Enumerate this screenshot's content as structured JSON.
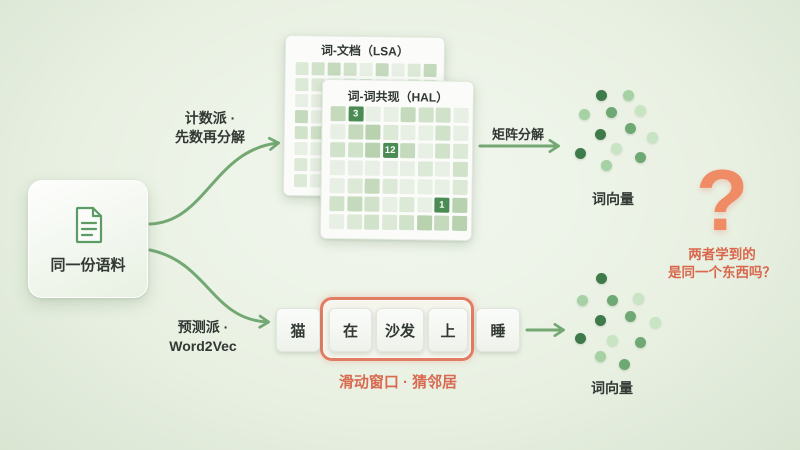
{
  "corpus": {
    "label": "同一份语料",
    "icon": "document-icon"
  },
  "count_school": {
    "name": "计数派 ·",
    "description": "先数再分解"
  },
  "predict_school": {
    "name": "预测派 ·",
    "description": "Word2Vec"
  },
  "matrices": {
    "term_document": {
      "title": "词-文档（LSA）"
    },
    "cooccurrence": {
      "title": "词-词共现（HAL）",
      "highlights": [
        {
          "value": 3
        },
        {
          "value": 12
        },
        {
          "value": 1
        }
      ]
    }
  },
  "factorization": {
    "label": "矩阵分解"
  },
  "count_output": {
    "label": "词向量"
  },
  "sentence": {
    "tokens": [
      "猫",
      "在",
      "沙发",
      "上",
      "睡"
    ],
    "window_label": "滑动窗口 · 猜邻居"
  },
  "predict_output": {
    "label": "词向量"
  },
  "question": {
    "mark": "?",
    "line1": "两者学到的",
    "line2": "是同一个东西吗？"
  },
  "colors": {
    "background": "#e3eddb",
    "arrow_green": "#74a873",
    "icon_green": "#5c9b63",
    "highlight_cell": "#4a8c53",
    "window_coral": "#e27c62",
    "window_label": "#d86a50",
    "question_mark": "#ef8b65",
    "question_text": "#d9674c",
    "text_dark": "#323833",
    "matrix_shades": [
      "#e8efe4",
      "#dde9d7",
      "#d1e2ca",
      "#c5dabd",
      "#b8d2b0"
    ],
    "dot_shades": [
      "#3f7a4a",
      "#6ea873",
      "#a6d1a4",
      "#c7e4c3"
    ]
  }
}
